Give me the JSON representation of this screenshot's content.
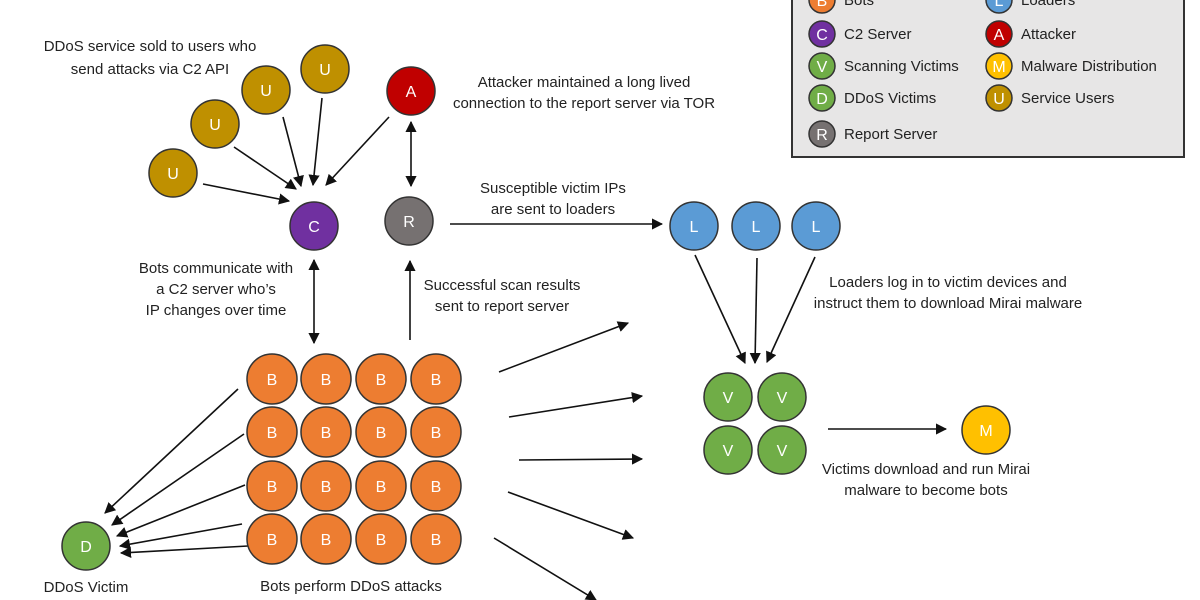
{
  "legend": {
    "items": [
      {
        "letter": "B",
        "label": "Bots",
        "color": "#ED7D31",
        "col": 0,
        "row": 0
      },
      {
        "letter": "L",
        "label": "Loaders",
        "color": "#5B9BD5",
        "col": 1,
        "row": 0
      },
      {
        "letter": "C",
        "label": "C2 Server",
        "color": "#7030A0",
        "col": 0,
        "row": 1
      },
      {
        "letter": "A",
        "label": "Attacker",
        "color": "#C00000",
        "col": 1,
        "row": 1
      },
      {
        "letter": "V",
        "label": "Scanning Victims",
        "color": "#70AD47",
        "col": 0,
        "row": 2
      },
      {
        "letter": "M",
        "label": "Malware Distribution",
        "color": "#FFC000",
        "col": 1,
        "row": 2
      },
      {
        "letter": "D",
        "label": "DDoS Victims",
        "color": "#70AD47",
        "col": 0,
        "row": 3
      },
      {
        "letter": "U",
        "label": "Service Users",
        "color": "#BF9000",
        "col": 1,
        "row": 3
      },
      {
        "letter": "R",
        "label": "Report Server",
        "color": "#767171",
        "col": 0,
        "row": 4
      }
    ]
  },
  "nodes": {
    "users": {
      "letter": "U",
      "color": "#BF9000"
    },
    "attacker": {
      "letter": "A",
      "color": "#C00000"
    },
    "c2": {
      "letter": "C",
      "color": "#7030A0"
    },
    "report": {
      "letter": "R",
      "color": "#767171"
    },
    "loaders": {
      "letter": "L",
      "color": "#5B9BD5"
    },
    "bots": {
      "letter": "B",
      "color": "#ED7D31"
    },
    "scan_victims": {
      "letter": "V",
      "color": "#70AD47"
    },
    "malware": {
      "letter": "M",
      "color": "#FFC000"
    },
    "ddos_victim": {
      "letter": "D",
      "color": "#70AD47"
    }
  },
  "annotations": {
    "ddos_service": [
      "DDoS service sold to users who",
      "send attacks via C2 API"
    ],
    "attacker_tor": [
      "Attacker maintained a long lived",
      "connection to the report server via TOR"
    ],
    "victim_ips": [
      "Susceptible victim IPs",
      "are sent to loaders"
    ],
    "bots_c2": [
      "Bots communicate with",
      "a C2 server who’s",
      "IP changes over time"
    ],
    "scan_results": [
      "Successful scan results",
      "sent to report server"
    ],
    "loaders_login": [
      "Loaders log in to victim devices and",
      "instruct them to download Mirai malware"
    ],
    "victims_download": [
      "Victims download and run Mirai",
      "malware to become bots"
    ],
    "ddos_victim_label": "DDoS Victim",
    "bots_ddos": "Bots perform DDoS attacks"
  }
}
